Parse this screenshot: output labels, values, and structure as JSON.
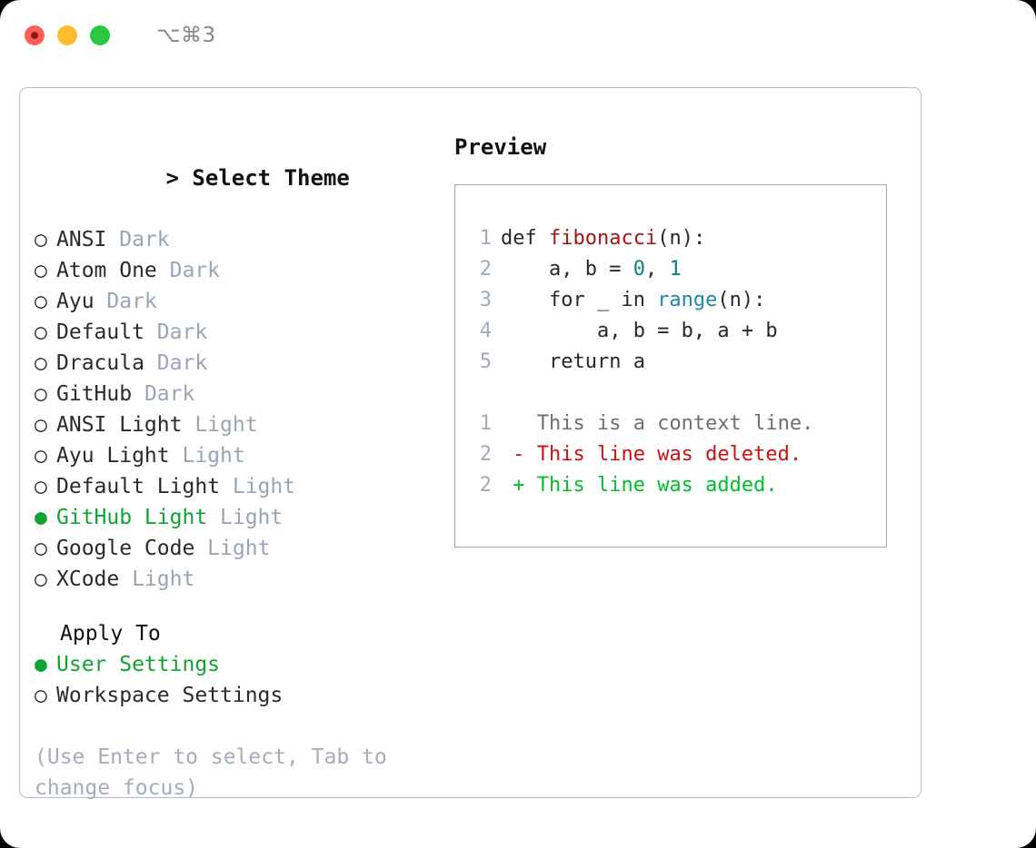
{
  "titlebar": {
    "shortcut": "⌥⌘3",
    "lights": [
      "close-light",
      "minimize-light",
      "zoom-light"
    ]
  },
  "theme_list": {
    "header": "Select Theme",
    "caret": ">",
    "bullet_selected": "●",
    "bullet_unselected": "○",
    "items": [
      {
        "name": "ANSI",
        "tag": "Dark",
        "selected": false
      },
      {
        "name": "Atom One",
        "tag": "Dark",
        "selected": false
      },
      {
        "name": "Ayu",
        "tag": "Dark",
        "selected": false
      },
      {
        "name": "Default",
        "tag": "Dark",
        "selected": false
      },
      {
        "name": "Dracula",
        "tag": "Dark",
        "selected": false
      },
      {
        "name": "GitHub",
        "tag": "Dark",
        "selected": false
      },
      {
        "name": "ANSI Light",
        "tag": "Light",
        "selected": false
      },
      {
        "name": "Ayu Light",
        "tag": "Light",
        "selected": false
      },
      {
        "name": "Default Light",
        "tag": "Light",
        "selected": false
      },
      {
        "name": "GitHub Light",
        "tag": "Light",
        "selected": true
      },
      {
        "name": "Google Code",
        "tag": "Light",
        "selected": false
      },
      {
        "name": "XCode",
        "tag": "Light",
        "selected": false
      }
    ]
  },
  "apply_to": {
    "header": "Apply To",
    "items": [
      {
        "name": "User Settings",
        "selected": true
      },
      {
        "name": "Workspace Settings",
        "selected": false
      }
    ]
  },
  "hint": "(Use Enter to select, Tab to change focus)",
  "preview": {
    "title": "Preview",
    "code_lines": [
      {
        "n": "1",
        "segments": [
          {
            "t": "def ",
            "c": "plain"
          },
          {
            "t": "fibonacci",
            "c": "fn"
          },
          {
            "t": "(n):",
            "c": "plain"
          }
        ]
      },
      {
        "n": "2",
        "segments": [
          {
            "t": "    a, b = ",
            "c": "plain"
          },
          {
            "t": "0",
            "c": "num"
          },
          {
            "t": ", ",
            "c": "plain"
          },
          {
            "t": "1",
            "c": "num"
          }
        ]
      },
      {
        "n": "3",
        "segments": [
          {
            "t": "    for _ in ",
            "c": "plain"
          },
          {
            "t": "range",
            "c": "blue"
          },
          {
            "t": "(n):",
            "c": "plain"
          }
        ]
      },
      {
        "n": "4",
        "segments": [
          {
            "t": "        a, b = b, a + b",
            "c": "plain"
          }
        ]
      },
      {
        "n": "5",
        "segments": [
          {
            "t": "    return a",
            "c": "plain"
          }
        ]
      }
    ],
    "diff_lines": [
      {
        "n": "1",
        "marker": " ",
        "text": " This is a context line.",
        "kind": "ctx"
      },
      {
        "n": "2",
        "marker": "-",
        "text": " This line was deleted.",
        "kind": "del"
      },
      {
        "n": "2",
        "marker": "+",
        "text": " This line was added.",
        "kind": "add"
      }
    ]
  },
  "colors": {
    "accent_green": "#0fa332",
    "tag_gray": "#9aa5b4",
    "hint_gray": "#a3adbb",
    "diff_add": "#00bf2a",
    "diff_del": "#cf1010",
    "code_fn": "#a31515",
    "code_num": "#0b8080",
    "code_blue": "#1f86ad",
    "panel_border": "#b4bcc7",
    "preview_border": "#9aa8bc"
  }
}
